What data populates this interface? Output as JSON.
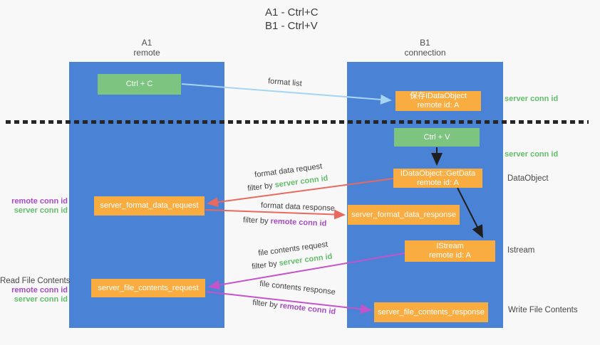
{
  "title": {
    "line1": "A1 - Ctrl+C",
    "line2": "B1 - Ctrl+V"
  },
  "lanes": {
    "a1": {
      "name": "A1",
      "role": "remote"
    },
    "b1": {
      "name": "B1",
      "role": "connection"
    }
  },
  "nodes": {
    "ctrl_c": {
      "label": "Ctrl + C"
    },
    "save_idataobject": {
      "line1": "保存IDataObject",
      "line2": "remote id: A"
    },
    "ctrl_v": {
      "label": "Ctrl + V"
    },
    "getdata": {
      "line1": "IDataObject::GetData",
      "line2": "remote id: A"
    },
    "format_request": {
      "label": "server_format_data_request"
    },
    "format_response": {
      "label": "server_format_data_response"
    },
    "istream": {
      "line1": "IStream",
      "line2": "remote id: A"
    },
    "file_request": {
      "label": "server_file_contents_request"
    },
    "file_response": {
      "label": "server_file_contents_response"
    }
  },
  "edge_labels": {
    "format_list": "format list",
    "format_data_request": "format data request",
    "format_data_response": "format data response",
    "file_contents_request": "file contents request",
    "file_contents_response": "file contents response",
    "filter_by": "filter by",
    "server_conn_id": "server conn id",
    "remote_conn_id": "remote conn id"
  },
  "side_labels": {
    "server_conn_id_top": "server conn id",
    "server_conn_id_mid": "server conn id",
    "dataobject": "DataObject",
    "istream": "Istream",
    "write_file_contents": "Write File Contents",
    "read_file_contents": "Read File Contents",
    "remote_conn_id_1": "remote conn id",
    "server_conn_id_1": "server conn id",
    "remote_conn_id_2": "remote conn id",
    "server_conn_id_2": "server conn id"
  },
  "colors": {
    "lane_blue": "#4a83d6",
    "node_green": "#7cc47f",
    "node_orange": "#f9ac40",
    "conn_id_green": "#62bd6a",
    "conn_id_purple": "#a64bc4",
    "arrow_red": "#e9695f",
    "arrow_magenta": "#c553c9",
    "arrow_light_blue": "#a5d5f2",
    "arrow_black": "#1f1f1f"
  }
}
